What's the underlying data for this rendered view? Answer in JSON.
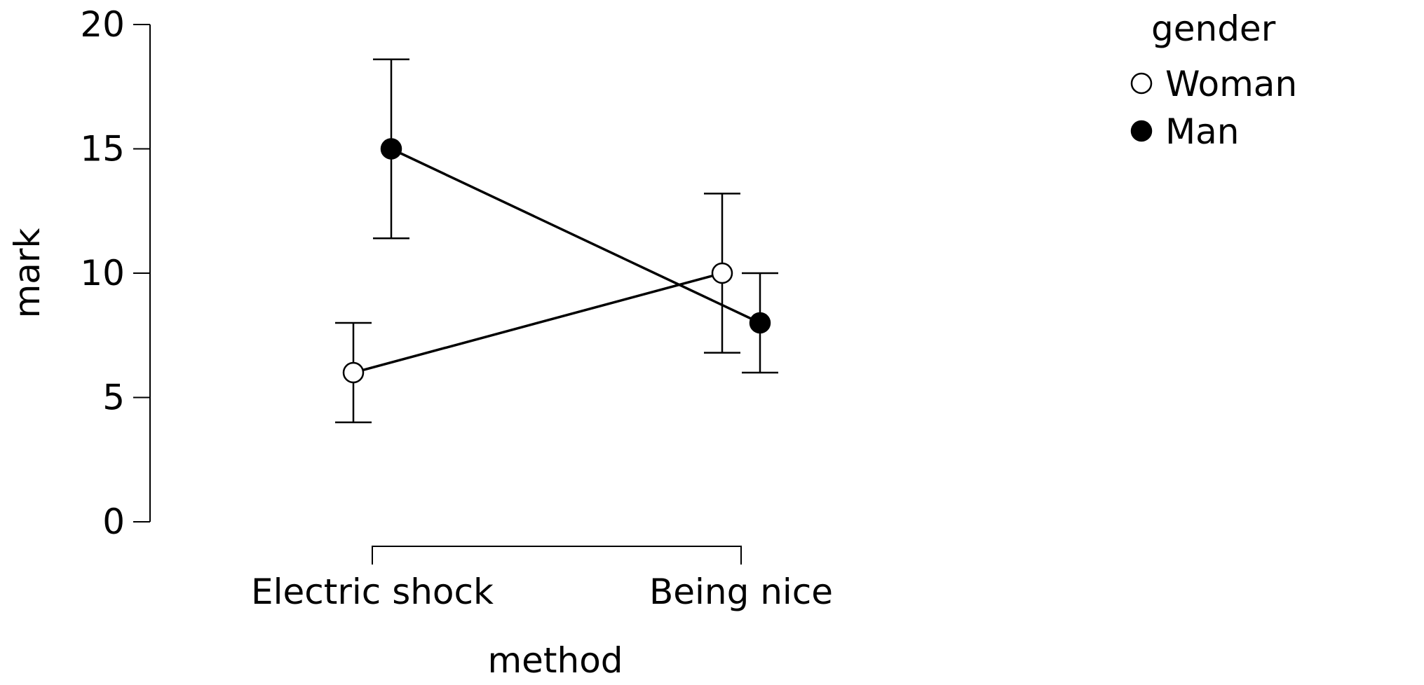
{
  "chart_data": {
    "type": "line",
    "title": "",
    "xlabel": "method",
    "ylabel": "mark",
    "categories": [
      "Electric shock",
      "Being nice"
    ],
    "ylim": [
      0,
      20
    ],
    "yticks": [
      0,
      5,
      10,
      15,
      20
    ],
    "grid": false,
    "legend": {
      "title": "gender",
      "position": "top-right"
    },
    "series": [
      {
        "name": "Woman",
        "marker": "open-circle",
        "values": [
          6,
          10
        ],
        "ci_lower": [
          4.0,
          6.8
        ],
        "ci_upper": [
          8.0,
          13.2
        ]
      },
      {
        "name": "Man",
        "marker": "filled-circle",
        "values": [
          15,
          8
        ],
        "ci_lower": [
          11.4,
          6.0
        ],
        "ci_upper": [
          18.6,
          10.0
        ]
      }
    ]
  },
  "colors": {
    "line": "#000000",
    "open_marker_fill": "#ffffff",
    "filled_marker_fill": "#000000",
    "background": "#ffffff"
  }
}
